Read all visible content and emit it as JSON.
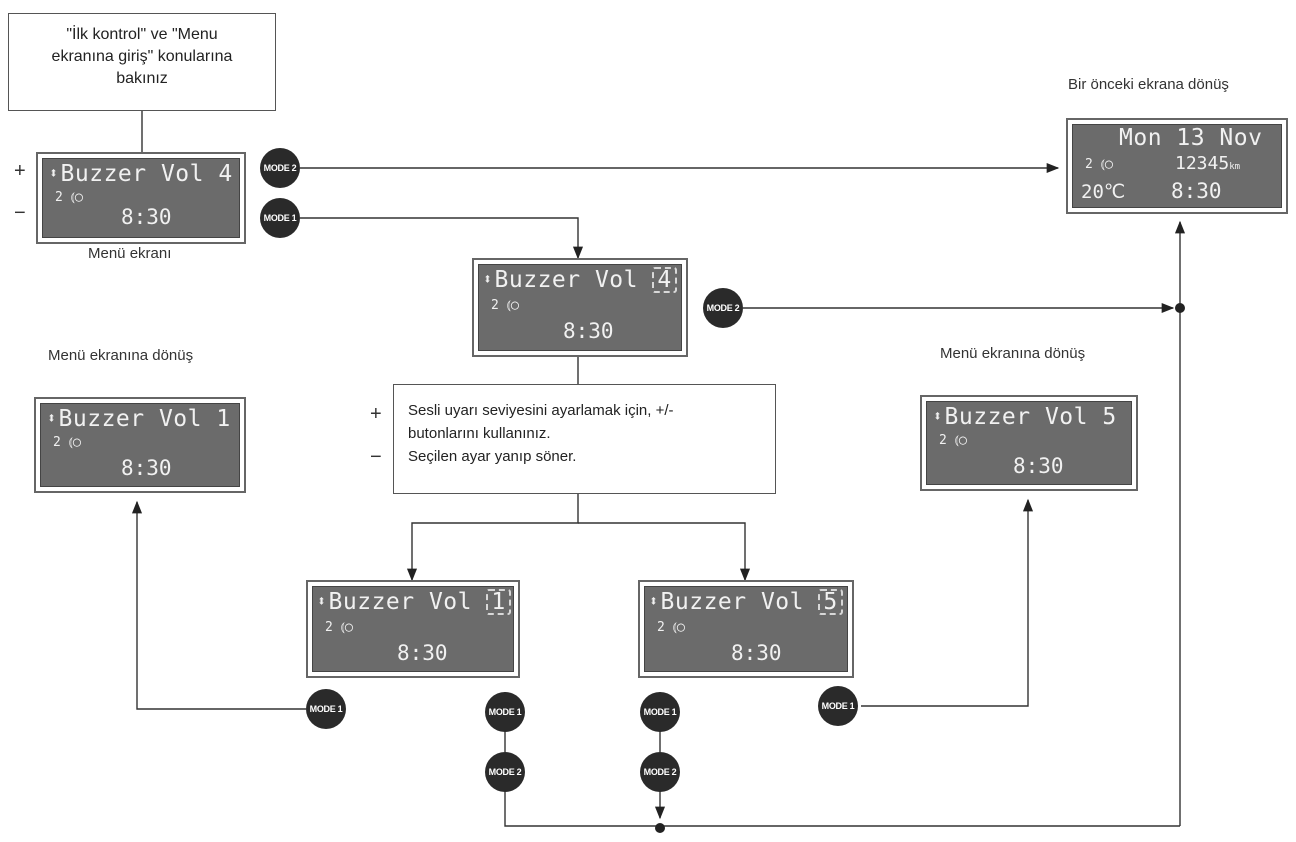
{
  "note_top": {
    "line1": "\"İlk kontrol\" ve \"Menu",
    "line2": "ekranına giriş\" konularına",
    "line3": "bakınız"
  },
  "labels": {
    "menu_screen": "Menü ekranı",
    "return_previous": "Bir önceki ekrana dönüş",
    "return_menu_left": "Menü ekranına dönüş",
    "return_menu_right": "Menü ekranına dönüş",
    "plus": "+",
    "minus": "−"
  },
  "instruction": {
    "line1": "Sesli uyarı seviyesini ayarlamak için, +/-",
    "line2": "butonlarını kullanınız.",
    "line3": "Seçilen ayar yanıp söner."
  },
  "displays": {
    "menu": {
      "text": "Buzzer Vol 4",
      "icon": "2 ⦅◯",
      "time": "8:30"
    },
    "edit4": {
      "text": "Buzzer Vol",
      "value": "4",
      "icon": "2 ⦅◯",
      "time": "8:30"
    },
    "edit1": {
      "text": "Buzzer Vol",
      "value": "1",
      "icon": "2 ⦅◯",
      "time": "8:30"
    },
    "edit5": {
      "text": "Buzzer Vol",
      "value": "5",
      "icon": "2 ⦅◯",
      "time": "8:30"
    },
    "result1": {
      "text": "Buzzer Vol 1",
      "icon": "2 ⦅◯",
      "time": "8:30"
    },
    "result5": {
      "text": "Buzzer Vol 5",
      "icon": "2 ⦅◯",
      "time": "8:30"
    },
    "main": {
      "line1": "Mon 13 Nov",
      "icon": "2 ⦅◯",
      "odo": "12345",
      "odo_unit": "km",
      "temp": "20℃",
      "time": "8:30"
    }
  },
  "arrows_glyph": "⬍",
  "buttons": {
    "mode1": "MODE 1",
    "mode2": "MODE 2"
  },
  "icons": [
    "buzzer-icon",
    "updown-arrows-icon"
  ]
}
